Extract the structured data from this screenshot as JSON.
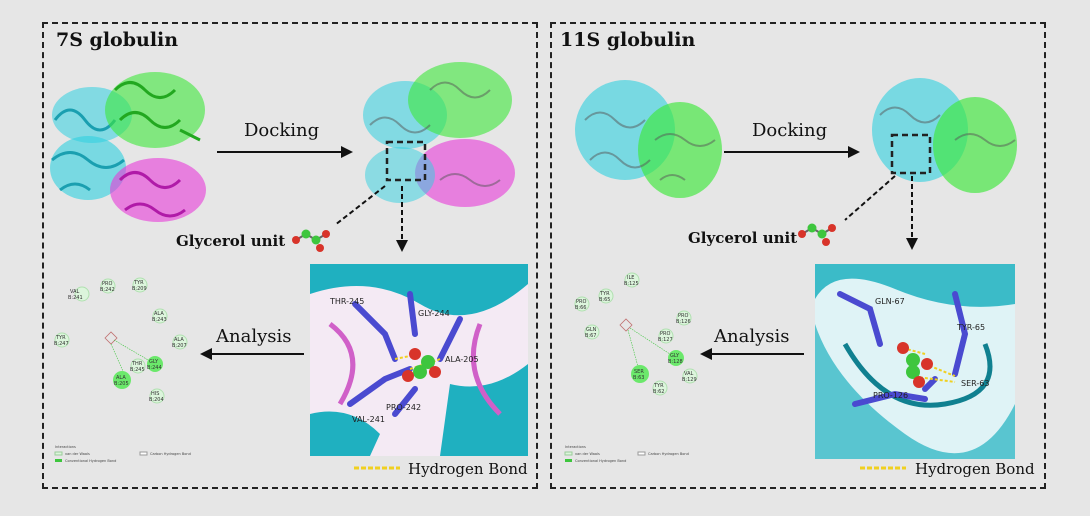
{
  "panel_7s": {
    "title": "7S globulin",
    "docking_label": "Docking",
    "glycerol_label": "Glycerol unit",
    "analysis_label": "Analysis",
    "hbond_label": "Hydrogen Bond",
    "residues_3d": [
      "THR-245",
      "GLY-244",
      "ALA-205",
      "PRO-242",
      "VAL-241"
    ],
    "residues_2d": [
      {
        "name": "VAL",
        "id": "B:241"
      },
      {
        "name": "PRO",
        "id": "B:242"
      },
      {
        "name": "TYR",
        "id": "B:209"
      },
      {
        "name": "ALA",
        "id": "B:243"
      },
      {
        "name": "TYR",
        "id": "B:247"
      },
      {
        "name": "ALA",
        "id": "B:207"
      },
      {
        "name": "GLY",
        "id": "B:244"
      },
      {
        "name": "THR",
        "id": "B:245"
      },
      {
        "name": "ALA",
        "id": "B:205"
      },
      {
        "name": "HIS",
        "id": "B:204"
      }
    ],
    "legend": [
      "Interactions",
      "van der Waals",
      "Conventional Hydrogen Bond",
      "Carbon Hydrogen Bond"
    ]
  },
  "panel_11s": {
    "title": "11S globulin",
    "docking_label": "Docking",
    "glycerol_label": "Glycerol unit",
    "analysis_label": "Analysis",
    "hbond_label": "Hydrogen Bond",
    "residues_3d": [
      "GLN-67",
      "TYR-65",
      "SER-63",
      "PRO-126"
    ],
    "residues_2d": [
      {
        "name": "ILE",
        "id": "B:125"
      },
      {
        "name": "PRO",
        "id": "B:66"
      },
      {
        "name": "TYR",
        "id": "B:65"
      },
      {
        "name": "PRO",
        "id": "B:126"
      },
      {
        "name": "GLN",
        "id": "B:67"
      },
      {
        "name": "PRO",
        "id": "B:127"
      },
      {
        "name": "GLY",
        "id": "B:128"
      },
      {
        "name": "SER",
        "id": "B:63"
      },
      {
        "name": "VAL",
        "id": "B:129"
      },
      {
        "name": "TYR",
        "id": "B:62"
      }
    ],
    "legend": [
      "Interactions",
      "van der Waals",
      "Conventional Hydrogen Bond",
      "Carbon Hydrogen Bond"
    ]
  },
  "colors": {
    "chain_a": "#2fd0e0",
    "chain_b": "#3ee83a",
    "chain_c": "#e83ad8",
    "ligand_residue": "#4a4ad0",
    "oxygen": "#d8342a",
    "carbon": "#3ec63e",
    "hbond": "#f0d020"
  }
}
